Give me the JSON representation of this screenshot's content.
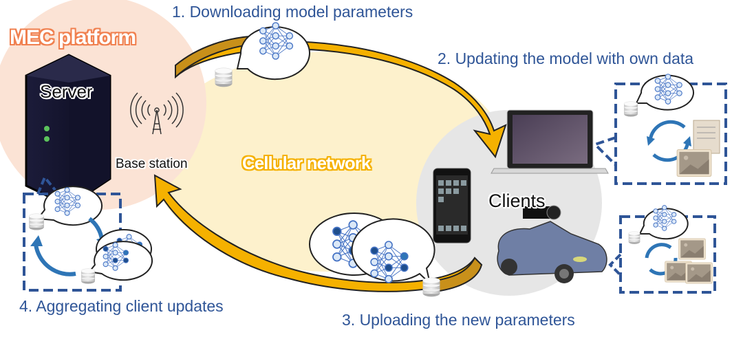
{
  "diagram": {
    "type": "federated-learning-overview",
    "regions": {
      "mec_platform": {
        "label": "MEC platform",
        "color": "#f08050",
        "fill": "#fbe3d5"
      },
      "cellular_network": {
        "label": "Cellular network",
        "color": "#f5b100",
        "fill": "#fdf1cc"
      },
      "clients_area": {
        "fill": "#e6e6e6"
      }
    },
    "nodes": {
      "server": {
        "label": "Server"
      },
      "base_station": {
        "label": "Base station"
      },
      "clients": {
        "label": "Clients",
        "devices": [
          "laptop",
          "smartphone",
          "car-with-camera"
        ]
      }
    },
    "steps": [
      {
        "number": 1,
        "label": "1. Downloading model parameters"
      },
      {
        "number": 2,
        "label": "2. Updating the model with own data"
      },
      {
        "number": 3,
        "label": "3. Uploading the new parameters"
      },
      {
        "number": 4,
        "label": "4. Aggregating client updates"
      }
    ],
    "colors": {
      "step_text": "#2f5597",
      "arrow_fill": "#f5b100",
      "arrow_shadow": "#c8901a",
      "dashed_box": "#2f5597",
      "cycle_arrow": "#2e75b6",
      "nn_node": "#dbe8f7",
      "nn_node_dark": "#1f4e8c",
      "nn_edge": "#4472c4"
    }
  }
}
